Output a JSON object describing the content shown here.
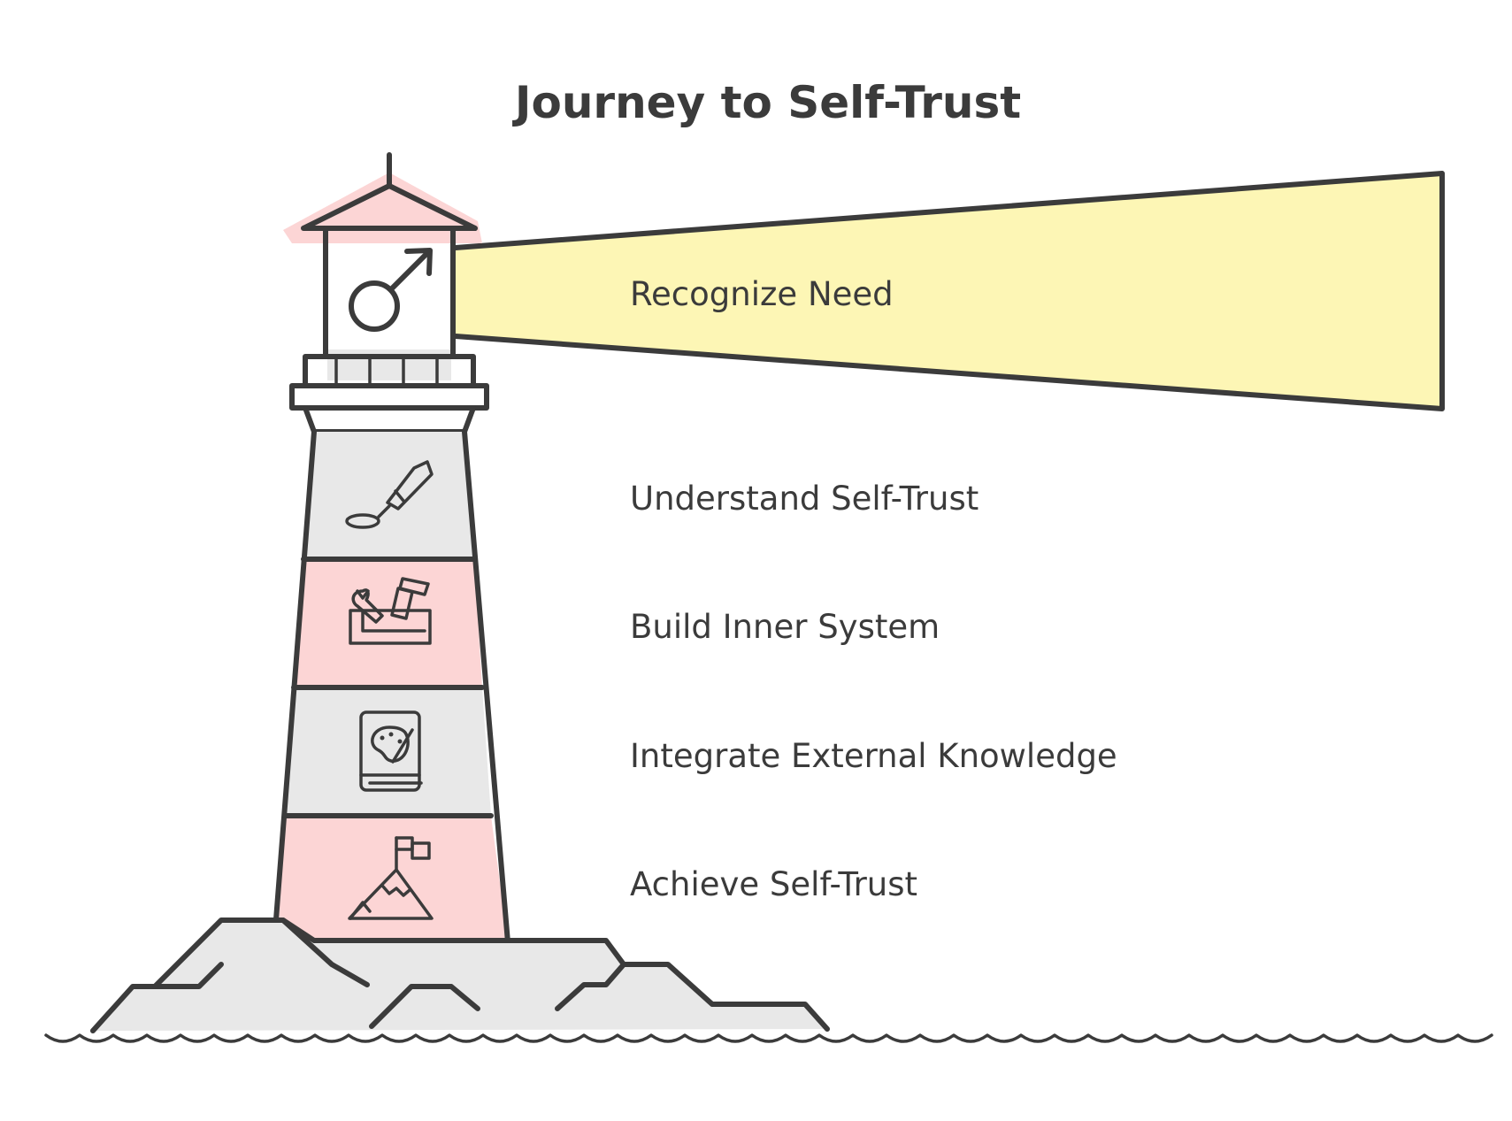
{
  "title": "Journey to Self-Trust",
  "stages": [
    {
      "label": "Recognize Need",
      "icon": "male-symbol-icon"
    },
    {
      "label": "Understand Self-Trust",
      "icon": "pen-brush-icon"
    },
    {
      "label": "Build Inner System",
      "icon": "toolbox-icon"
    },
    {
      "label": "Integrate External Knowledge",
      "icon": "art-book-icon"
    },
    {
      "label": "Achieve Self-Trust",
      "icon": "mountain-flag-icon"
    }
  ],
  "colors": {
    "ink": "#3b3b3b",
    "pink": "#fcd5d5",
    "grey": "#e8e8e8",
    "beam_yellow": "#fdf6b5",
    "background": "#ffffff"
  }
}
